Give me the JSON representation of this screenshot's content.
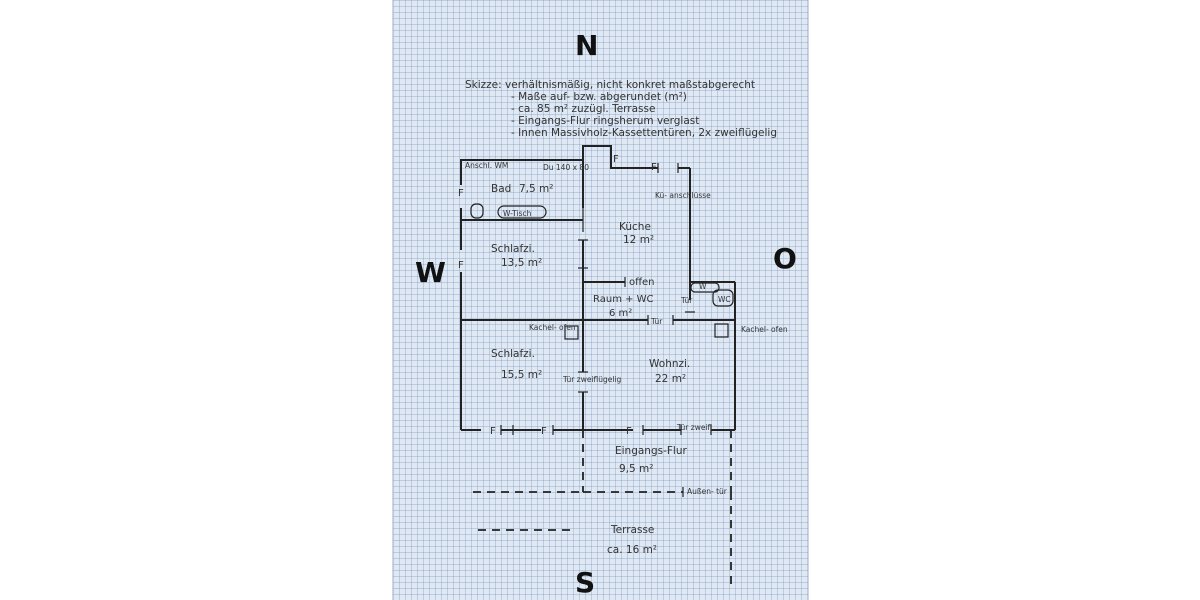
{
  "compass": {
    "north": "N",
    "south": "S",
    "west": "W",
    "east": "O"
  },
  "notes": {
    "title": "Skizze: verhältnismäßig, nicht konkret maßstabgerecht",
    "lines": [
      "- Maße auf- bzw. abgerundet (m²)",
      "- ca. 85 m² zuzügl. Terrasse",
      "- Eingangs-Flur ringsherum verglast",
      "- Innen Massivholz-Kassettentüren, 2x zweiflügelig"
    ]
  },
  "rooms": {
    "bad": {
      "name": "Bad",
      "area": "7,5 m²"
    },
    "kueche": {
      "name": "Küche",
      "area": "12 m²"
    },
    "schlafzi1": {
      "name": "Schlafzi.",
      "area": "13,5 m²"
    },
    "raum_wc": {
      "name": "Raum + WC",
      "area": "6 m²"
    },
    "schlafzi2": {
      "name": "Schlafzi.",
      "area": "15,5 m²"
    },
    "wohnzi": {
      "name": "Wohnzi.",
      "area": "22 m²"
    },
    "flur": {
      "name": "Eingangs-Flur",
      "area": "9,5 m²"
    },
    "terrasse": {
      "name": "Terrasse",
      "area": "ca. 16 m²"
    }
  },
  "labels": {
    "wm": "Anschl. WM",
    "du": "Du 140 x 80",
    "kue_anschl": "Kü- anschlüsse",
    "w_tisch": "W-Tisch",
    "offen": "offen",
    "tuer": "Tür",
    "tuer2": "Tür",
    "wc": "WC",
    "w": "W",
    "kachelofen1": "Kachel- ofen",
    "kachelofen2": "Kachel- ofen",
    "tuer_zweifl": "Tür zweiflügelig",
    "tuer_zweifl2": "Tür zweifl.",
    "aussentuer": "Außen- tür",
    "f": "F"
  }
}
